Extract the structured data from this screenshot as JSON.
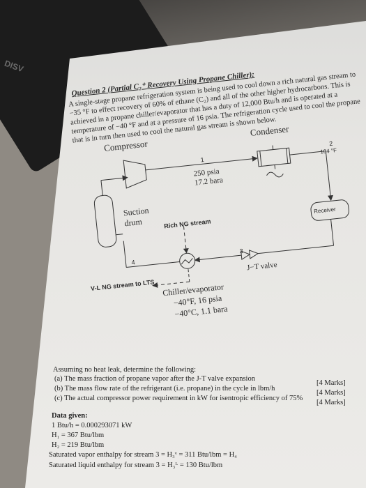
{
  "corner_logo": "DISV",
  "question": {
    "title": "Question 2 (Partial C₂⁺ Recovery Using Propane Chiller):",
    "lines": [
      "A single-stage propane refrigeration system is being used to cool down a rich natural gas stream to",
      "−35 °F to effect recovery of 60% of ethane (C₂) and all of the other higher hydrocarbons. This is",
      "achieved in a propane chiller/evaporator that has a duty of 12,000 Btu/h and is operated at a",
      "temperature of −40 °F and at a pressure of 16 psia. The refrigeration cycle used to cool the propane",
      "that is in turn then used to cool the natural gas stream is shown below."
    ]
  },
  "diagram": {
    "compressor": "Compressor",
    "condenser": "Condenser",
    "stream1": "1",
    "stream2": "2",
    "stream3": "3",
    "stream4": "4",
    "stream2_temp": "104 °F",
    "pressure_psia": "250 psia",
    "pressure_bara": "17.2 bara",
    "suction": "Suction",
    "drum": "drum",
    "receiver": "Receiver",
    "rich_ng": "Rich NG stream",
    "vl_ng": "V-L NG stream to LTS",
    "jt_valve": "J−T valve",
    "chiller": "Chiller/evaporator",
    "chiller_cond1": "−40°F, 16 psia",
    "chiller_cond2": "−40°C, 1.1 bara"
  },
  "tasks": {
    "intro": "Assuming no heat leak, determine the following:",
    "a": "(a) The mass fraction of propane vapor after the J-T valve expansion",
    "a_marks": "[4 Marks]",
    "b": "(b) The mass flow rate of the refrigerant (i.e. propane) in the cycle in lbm/h",
    "b_marks": "[4 Marks]",
    "c": "(c) The actual compressor power requirement in kW for isentropic efficiency of 75%",
    "c_marks": "[4 Marks]"
  },
  "given": {
    "heading": "Data given:",
    "conv": "1 Btu/h = 0.000293071 kW",
    "h1": "H₁ = 367 Btu/lbm",
    "h2": "H₂ = 219 Btu/lbm",
    "sat_vap": "Saturated vapor enthalpy for stream 3 = H₃ᵛ = 311 Btu/lbm = H₄",
    "sat_liq": "Saturated liquid enthalpy for stream 3 = H₃ᴸ = 130 Btu/lbm"
  },
  "colors": {
    "paper": "#e8e7e4",
    "ink": "#2a2a2a",
    "background": "#8f8a83"
  }
}
